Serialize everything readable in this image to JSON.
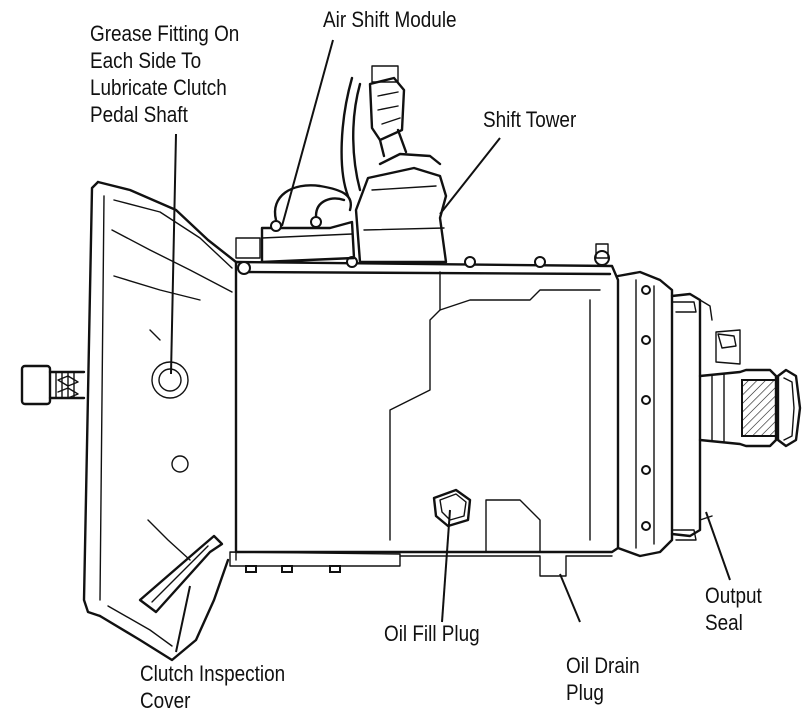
{
  "labels": {
    "grease_fitting": "Grease Fitting On\nEach Side To\nLubricate Clutch\nPedal Shaft",
    "air_shift_module": "Air Shift Module",
    "shift_tower": "Shift Tower",
    "oil_fill_plug": "Oil Fill Plug",
    "oil_drain_plug": "Oil Drain\nPlug",
    "output_seal": "Output\nSeal",
    "clutch_inspection_cover": "Clutch Inspection\nCover"
  }
}
